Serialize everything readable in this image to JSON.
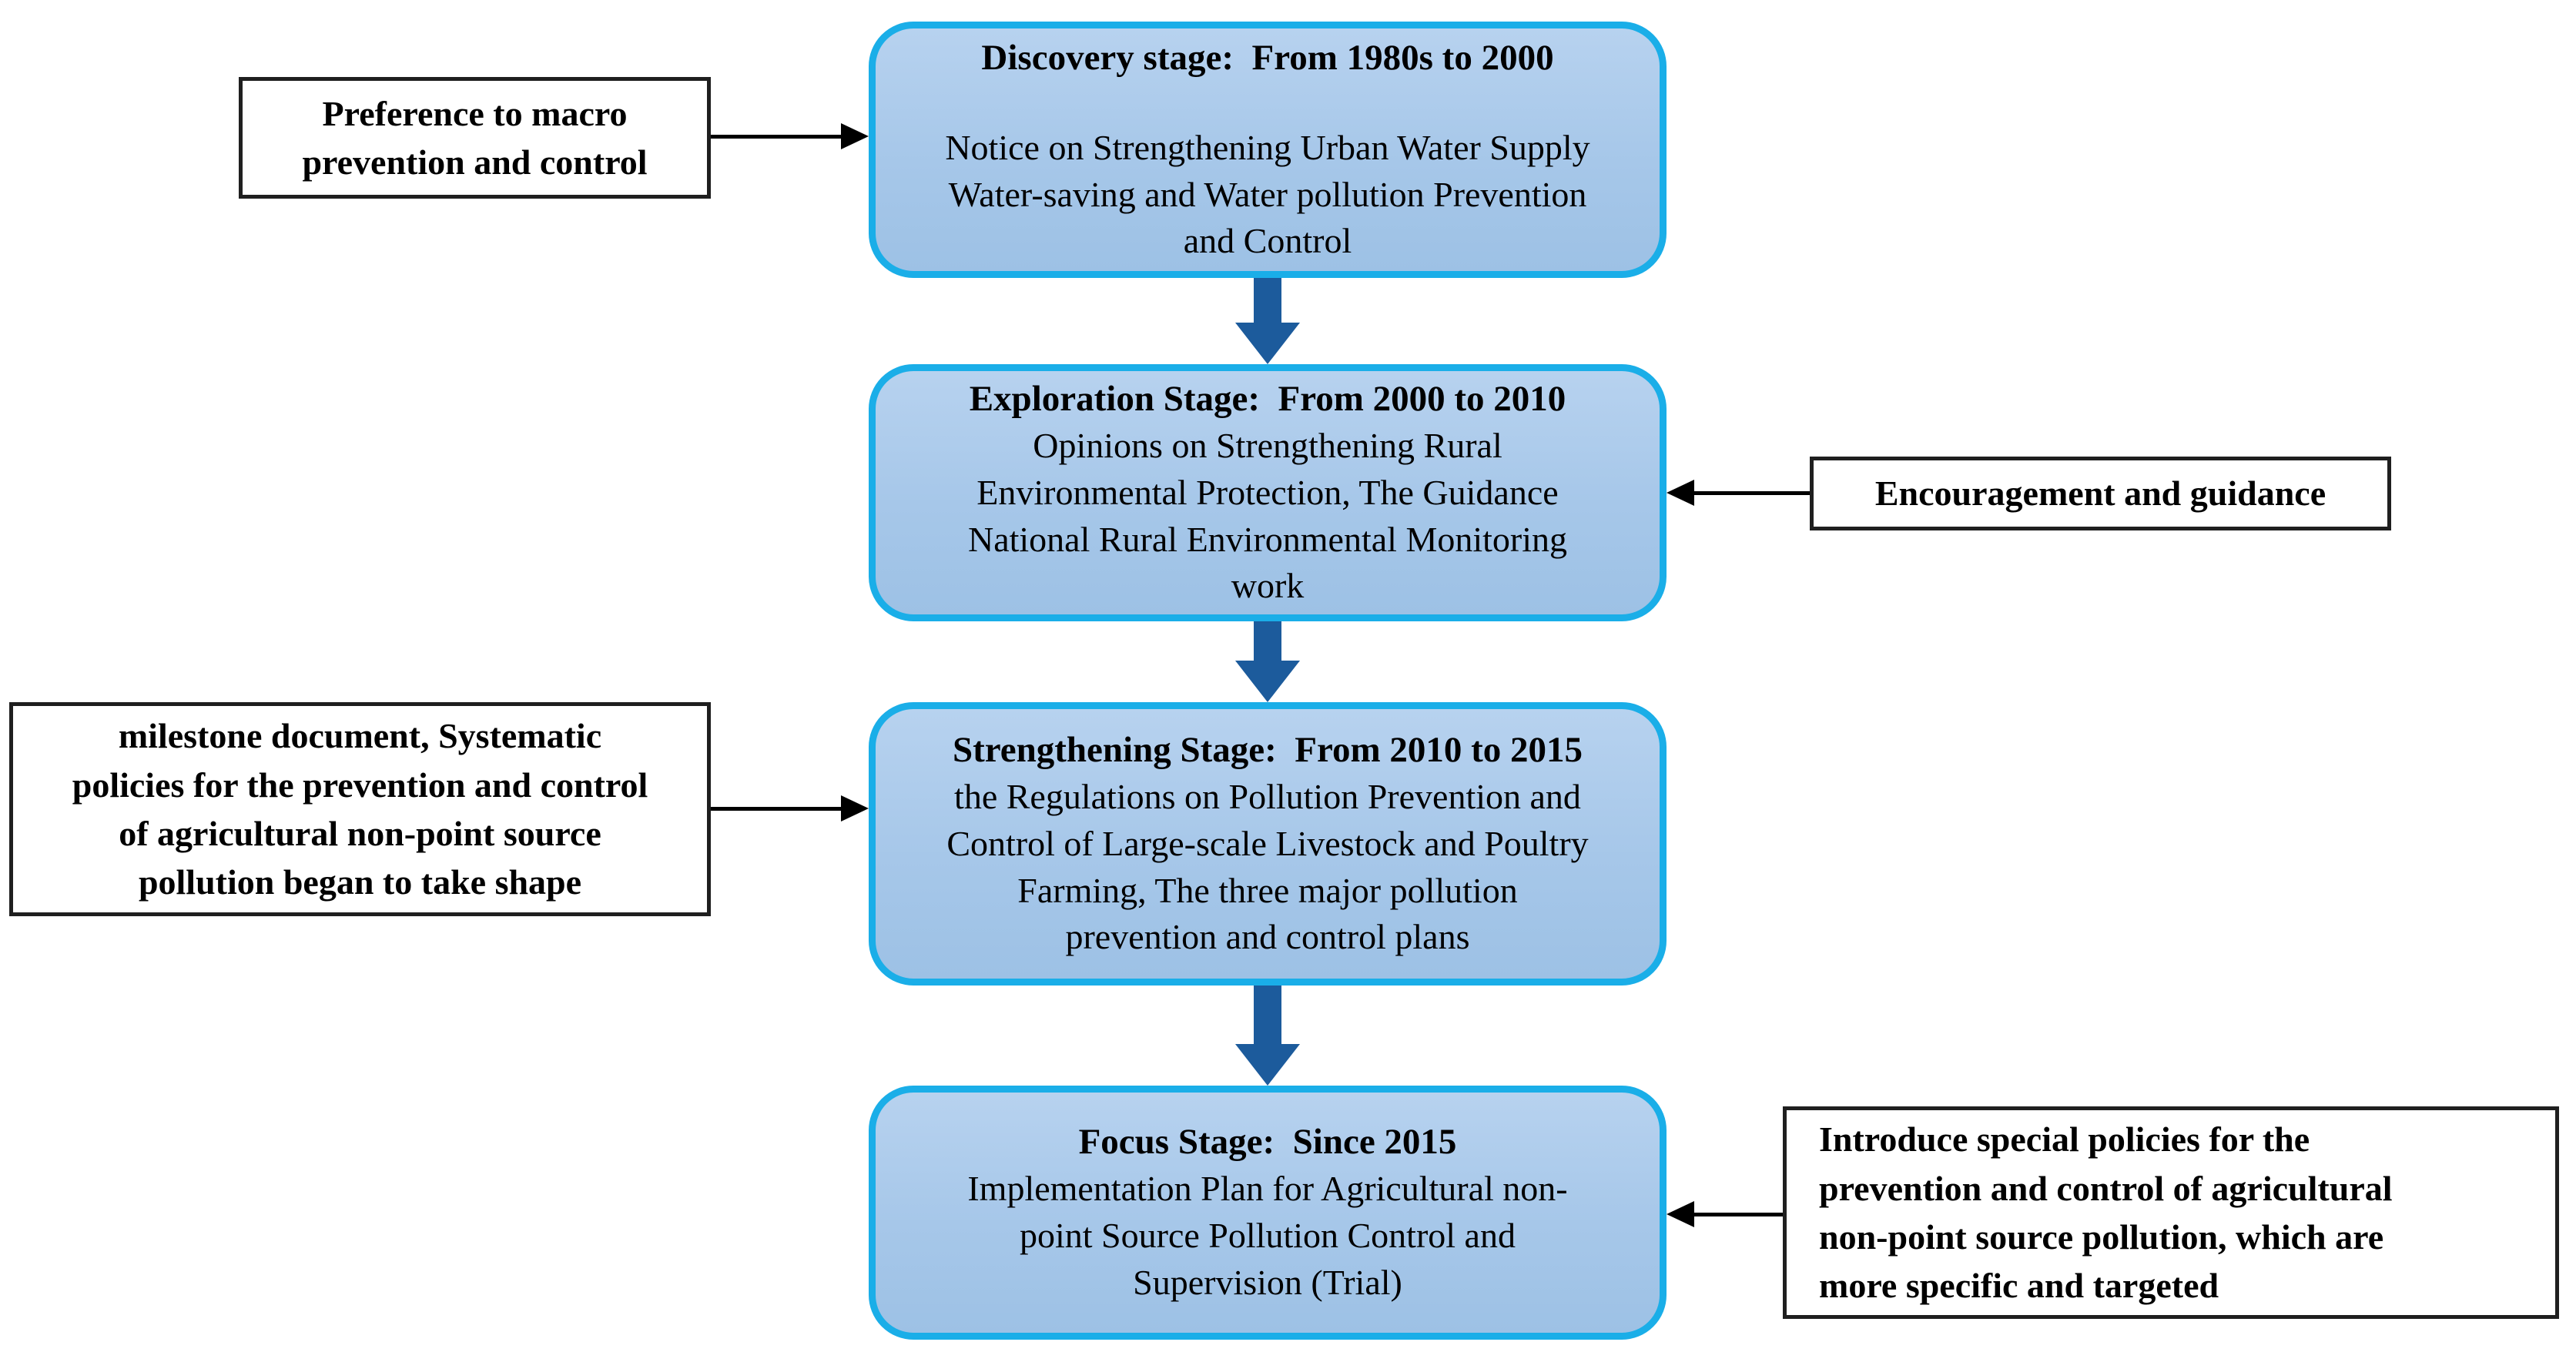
{
  "figure": {
    "type": "flowchart",
    "description": "Four-stage timeline of agricultural non-point source pollution policy in blue rounded boxes with white side annotation notes"
  },
  "colors": {
    "stage_fill_top": "#b7d2ef",
    "stage_fill_bottom": "#9dc1e5",
    "stage_border": "#1aaee8",
    "block_arrow_blue": "#1c5b9c",
    "note_border": "#1f1f1f",
    "note_fill": "#ffffff",
    "text": "#000000",
    "background": "#ffffff"
  },
  "stages": [
    {
      "title": "Discovery stage:  From 1980s to 2000",
      "body": "Notice on Strengthening Urban Water Supply\nWater-saving and Water pollution Prevention\nand Control"
    },
    {
      "title": "Exploration Stage:  From 2000 to 2010",
      "body": "Opinions on Strengthening Rural\nEnvironmental Protection, The Guidance\nNational Rural Environmental Monitoring\nwork"
    },
    {
      "title": "Strengthening Stage:  From 2010 to 2015",
      "body": "the Regulations on Pollution Prevention and\nControl of Large-scale Livestock and Poultry\nFarming, The three major pollution\nprevention and control plans"
    },
    {
      "title": "Focus Stage:  Since 2015",
      "body": "Implementation Plan for Agricultural non-\npoint Source Pollution Control and\nSupervision (Trial)"
    }
  ],
  "notes": [
    {
      "side": "left",
      "text": "Preference to macro\nprevention and control"
    },
    {
      "side": "right",
      "text": "Encouragement and guidance"
    },
    {
      "side": "left",
      "text": "milestone document, Systematic\npolicies for the prevention and control\nof agricultural non-point source\npollution began to take shape"
    },
    {
      "side": "right",
      "text": "Introduce special policies for the\nprevention and control of agricultural\nnon-point source pollution, which are\nmore specific and targeted"
    }
  ]
}
